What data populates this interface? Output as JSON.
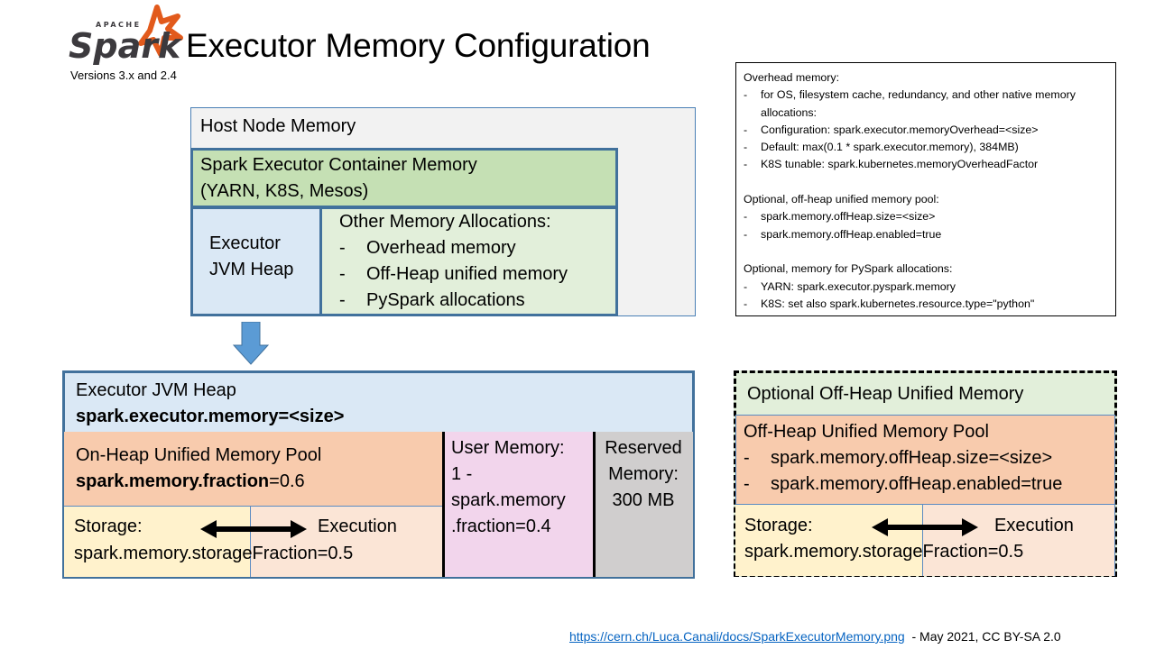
{
  "header": {
    "logo_small_text": "APACHE",
    "logo_text": "Spark",
    "title": "Executor Memory Configuration",
    "versions": "Versions 3.x and 2.4"
  },
  "colors": {
    "spark_orange": "#e25a1c",
    "spark_gray": "#3c3a3e",
    "box_border_blue": "#41719c",
    "arrow_blue": "#5b9bd5",
    "container_green": "#c5e0b4",
    "light_green": "#e2efda",
    "light_blue": "#dae8f5",
    "host_gray": "#f2f2f2",
    "pool_orange": "#f8cbad",
    "storage_yellow": "#fff2cc",
    "execution_peach": "#fbe5d6",
    "user_pink": "#f2d5ec",
    "reserved_gray": "#d0cece",
    "link_blue": "#0563c1"
  },
  "notes": {
    "overhead": {
      "heading": "Overhead memory:",
      "items": [
        "for OS, filesystem cache, redundancy, and other  native memory  allocations:",
        "Configuration: spark.executor.memoryOverhead=<size>",
        "Default: max(0.1 * spark.executor.memory),  384MB)",
        "K8S tunable: spark.kubernetes.memoryOverheadFactor"
      ]
    },
    "offheap": {
      "heading": "Optional, off-heap unified memory  pool:",
      "items": [
        "spark.memory.offHeap.size=<size>",
        "spark.memory.offHeap.enabled=true"
      ]
    },
    "pyspark": {
      "heading": "Optional, memory for PySpark allocations:",
      "items": [
        "YARN: spark.executor.pyspark.memory",
        "K8S: set also spark.kubernetes.resource.type=\"python\""
      ]
    },
    "dash": "-"
  },
  "host": {
    "label": "Host Node Memory",
    "container_line1": "Spark Executor Container Memory",
    "container_line2": "(YARN, K8S, Mesos)",
    "jvm_line1": "Executor",
    "jvm_line2": "JVM Heap",
    "other_heading": "Other Memory Allocations:",
    "other_items": [
      "Overhead memory",
      "Off-Heap unified memory",
      "PySpark allocations"
    ],
    "dash": "-"
  },
  "heap": {
    "title": "Executor JVM Heap",
    "config": "spark.executor.memory=<size>",
    "onheap_title": "On-Heap Unified Memory Pool",
    "onheap_config_key": "spark.memory.fraction",
    "onheap_config_value": "=0.6",
    "storage_label": "Storage:",
    "execution_label": "Execution",
    "storage_config": "spark.memory.storageFraction=0.5",
    "user_lines": [
      "User Memory:",
      "1 -",
      "spark.memory",
      ".fraction=0.4"
    ],
    "reserved_lines": [
      "Reserved",
      "Memory:",
      "300 MB"
    ]
  },
  "offheap": {
    "title": "Optional Off-Heap Unified Memory",
    "pool_title": "Off-Heap Unified Memory Pool",
    "pool_items": [
      "spark.memory.offHeap.size=<size>",
      "spark.memory.offHeap.enabled=true"
    ],
    "dash": "-",
    "storage_label": "Storage:",
    "execution_label": "Execution",
    "storage_config": "spark.memory.storageFraction=0.5"
  },
  "footer": {
    "link": "https://cern.ch/Luca.Canali/docs/SparkExecutorMemory.png",
    "suffix": "  - May 2021, CC BY-SA 2.0"
  }
}
